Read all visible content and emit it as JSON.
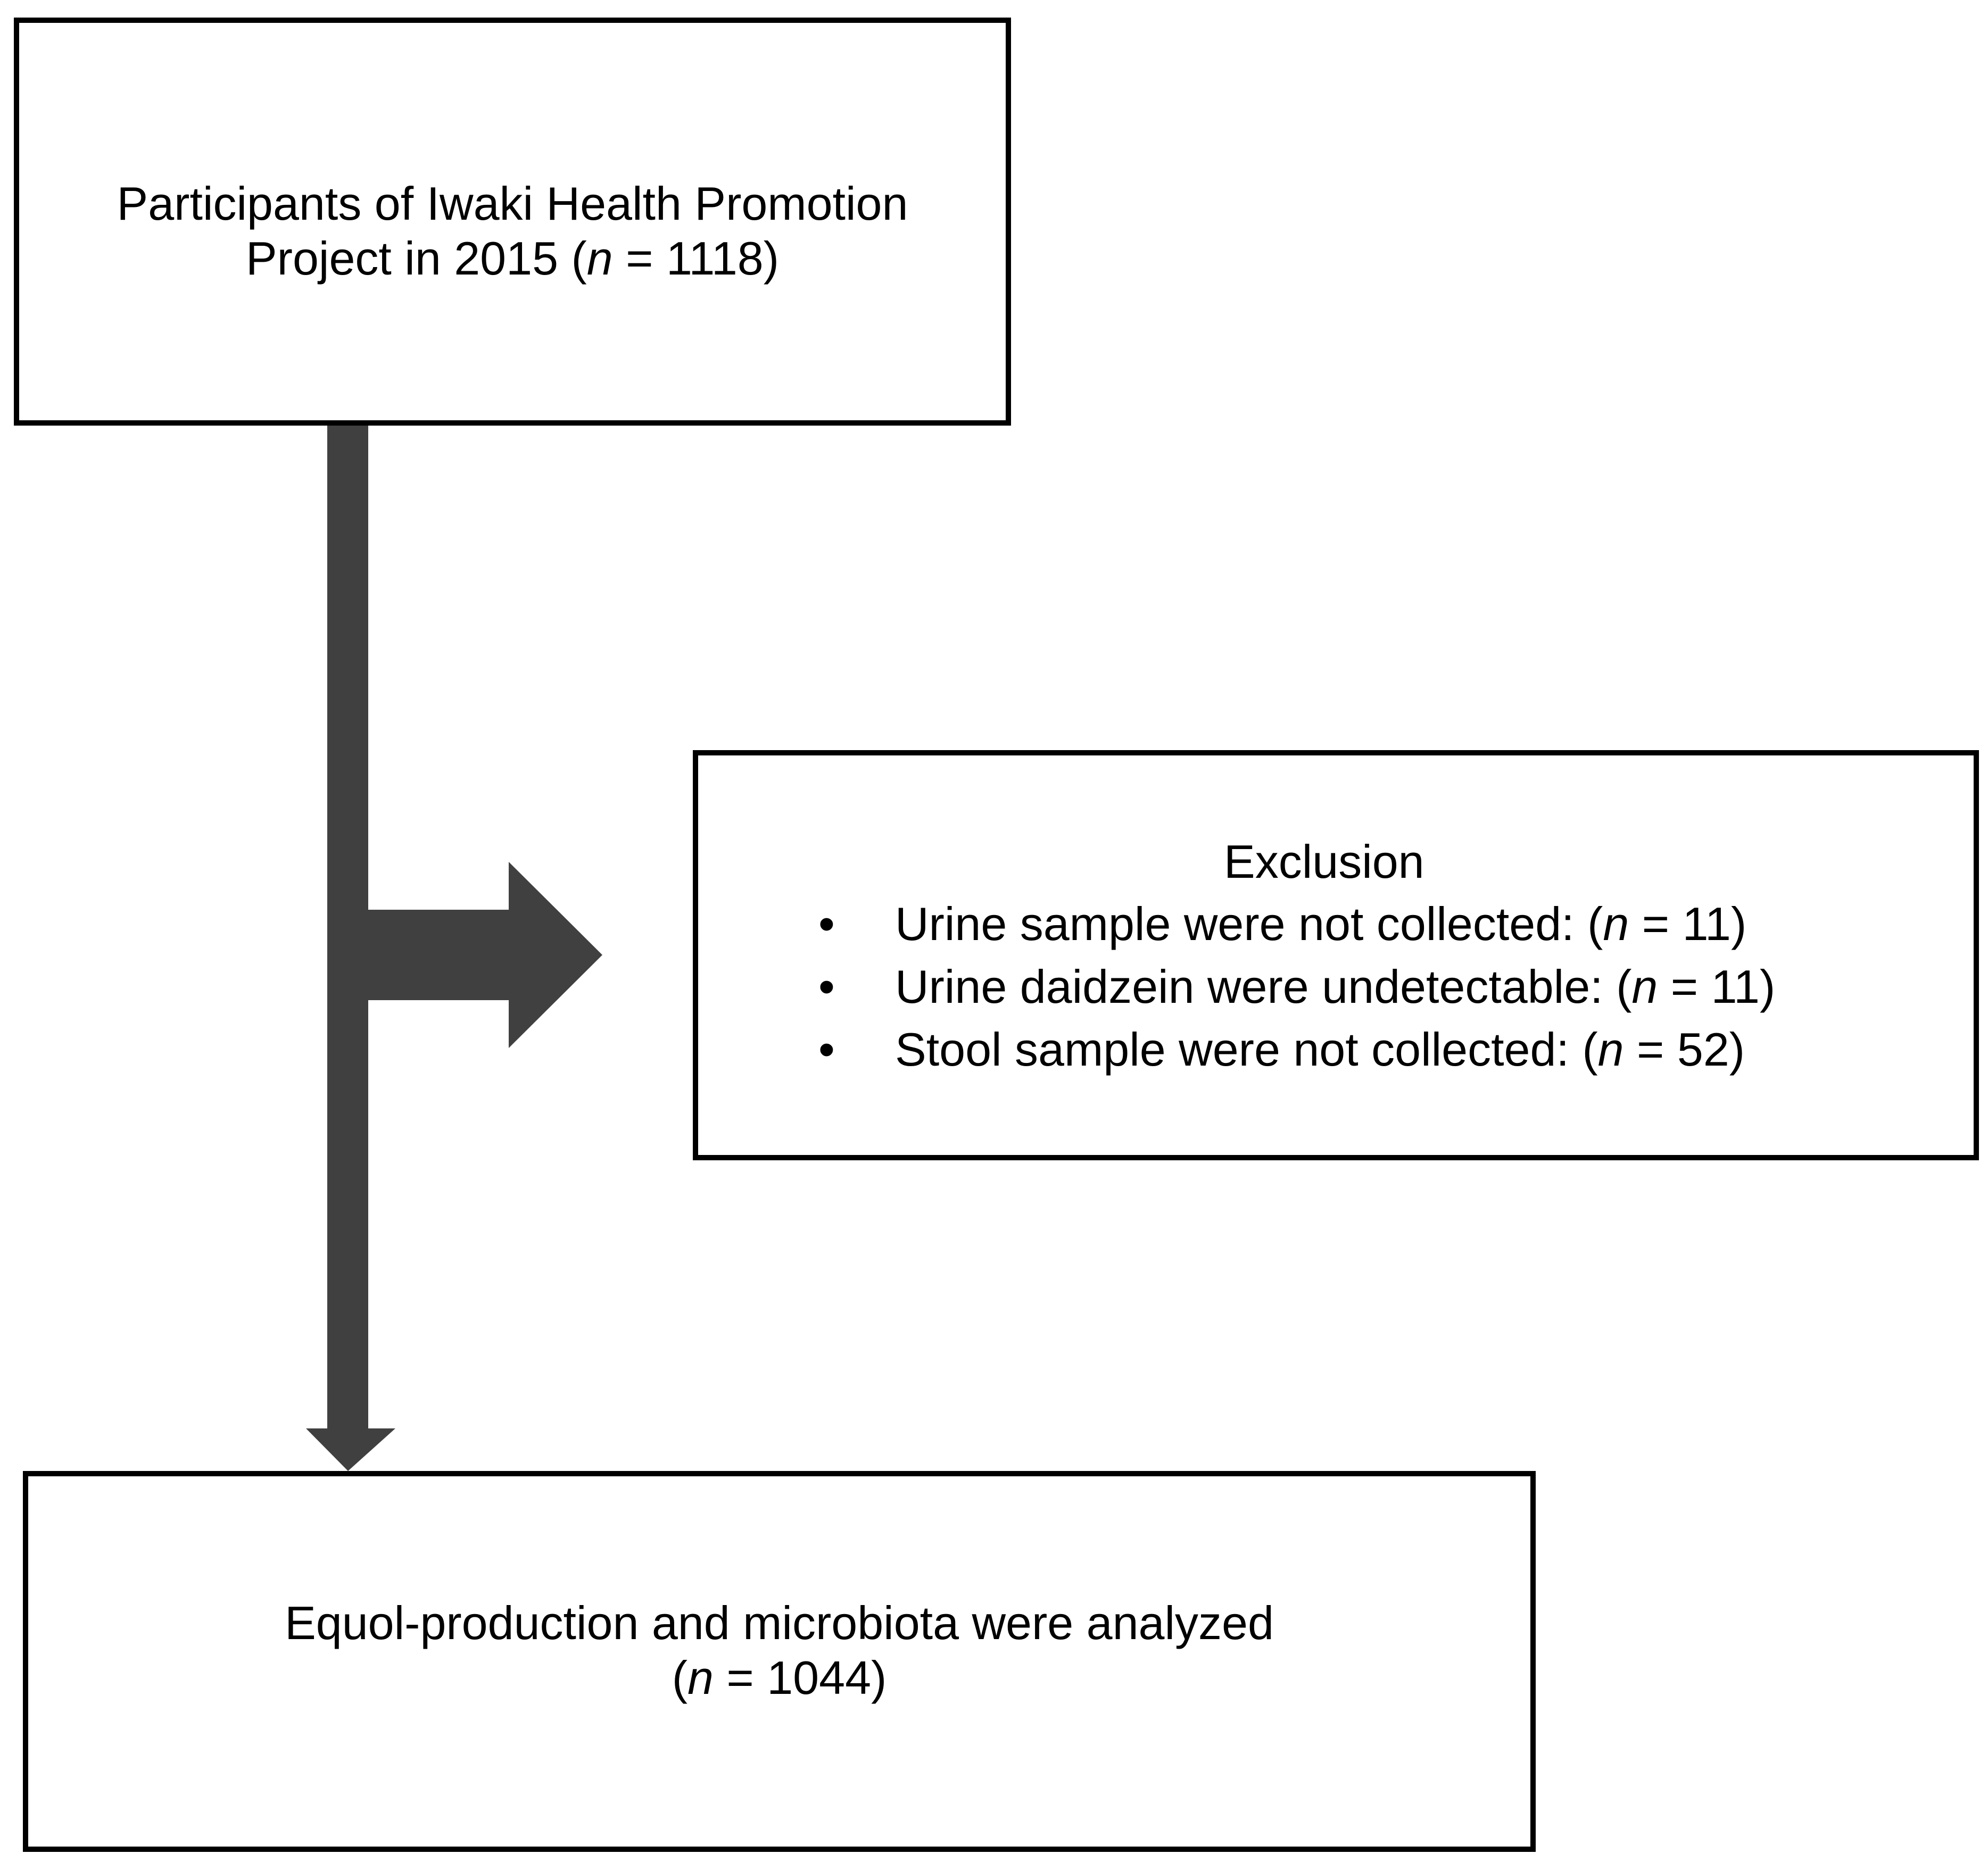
{
  "top_box": {
    "line1": "Participants of Iwaki Health Promotion",
    "line2_prefix": "Project in 2015 (",
    "n_symbol": "n",
    "line2_suffix": " = 1118)"
  },
  "exclusion_box": {
    "title": "Exclusion",
    "bullet": "•",
    "items": [
      {
        "prefix": "Urine sample were not collected: (",
        "n_symbol": "n",
        "suffix": " = 11)"
      },
      {
        "prefix": "Urine daidzein were undetectable: (",
        "n_symbol": "n",
        "suffix": " = 11)"
      },
      {
        "prefix": "Stool sample were not collected: (",
        "n_symbol": "n",
        "suffix": " = 52)"
      }
    ]
  },
  "bottom_box": {
    "line1": "Equol-production and microbiota were analyzed",
    "line2_prefix": "(",
    "n_symbol": "n",
    "line2_suffix": " = 1044)"
  },
  "colors": {
    "arrow": "#404040",
    "border": "#000000",
    "background": "#ffffff"
  }
}
